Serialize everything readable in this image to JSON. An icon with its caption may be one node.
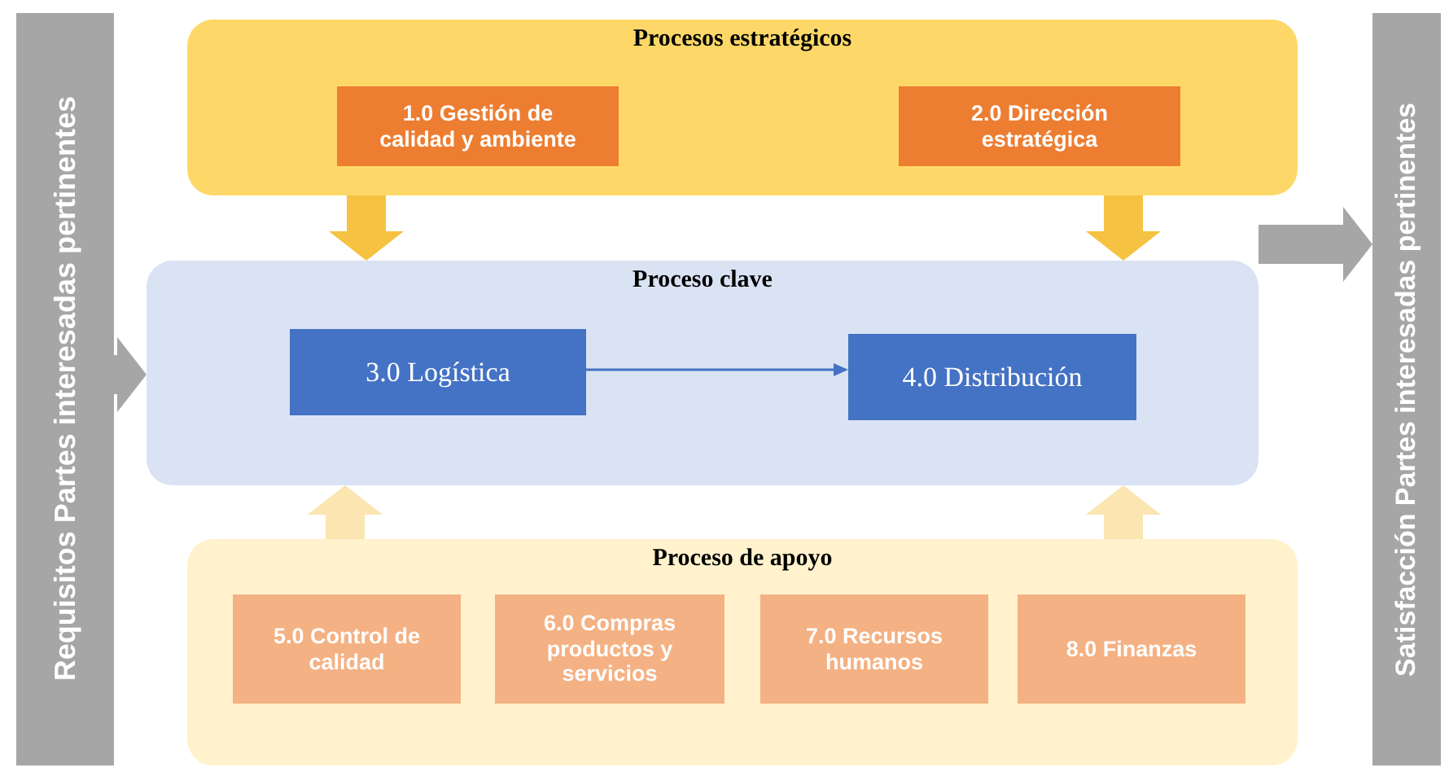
{
  "diagram": {
    "nodes": [
      {
        "text": [
          "Requisitos Partes interesadas pertinentes"
        ]
      },
      {
        "text": [
          "Procesos estratégicos"
        ]
      },
      {
        "text": [
          "1.0 Gestión de calidad y ambiente"
        ],
        "in": 1
      },
      {
        "text": [
          "2.0 Dirección estratégica"
        ],
        "in": 1
      },
      {
        "text": [
          "Proceso clave"
        ]
      },
      {
        "text": [
          "3.0 Logística"
        ],
        "in": 4
      },
      {
        "text": [
          "4.0 Distribución"
        ],
        "in": 4
      },
      {
        "text": [
          "Proceso de apoyo"
        ]
      },
      {
        "text": [
          "5.0 Control de calidad"
        ],
        "in": 7
      },
      {
        "text": [
          "6.0 Compras productos y servicios"
        ],
        "in": 7
      },
      {
        "text": [
          "7.0 Recursos humanos"
        ],
        "in": 7
      },
      {
        "text": [
          "8.0 Finanzas"
        ],
        "in": 7
      },
      {
        "text": [
          "Satisfacción Partes interesadas pertinentes"
        ]
      }
    ],
    "edges": [
      {
        "from": 0,
        "to": 4,
        "arrow": "to",
        "color": "#a6a6a6"
      },
      {
        "from": 1,
        "to": 4,
        "arrow": "to",
        "color": "#f5c242"
      },
      {
        "from": 1,
        "to": 4,
        "arrow": "to",
        "color": "#f5c242"
      },
      {
        "from": 5,
        "to": 6,
        "arrow": "to",
        "color": "#4472c4"
      },
      {
        "from": 7,
        "to": 4,
        "arrow": "to",
        "color": "#fbe5b0"
      },
      {
        "from": 7,
        "to": 4,
        "arrow": "to",
        "color": "#fbe5b0"
      },
      {
        "from": 4,
        "to": 12,
        "arrow": "to",
        "color": "#a6a6a6"
      }
    ]
  }
}
